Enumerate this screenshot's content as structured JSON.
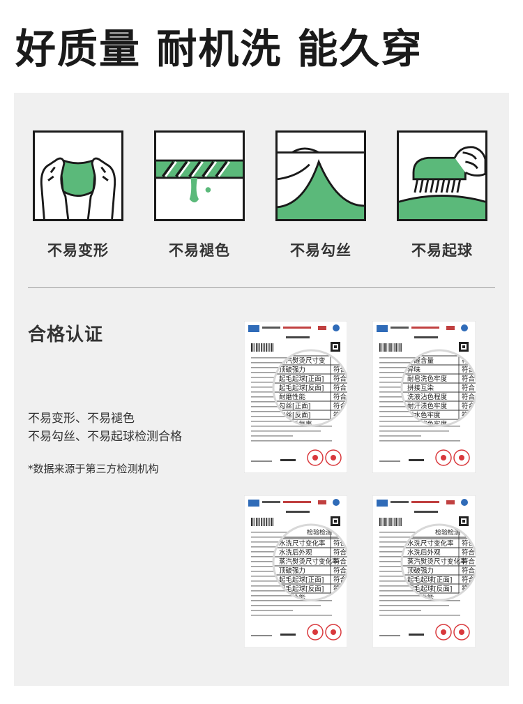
{
  "headline": "好质量 耐机洗 能久穿",
  "features": [
    {
      "label": "不易变形",
      "icon": "stretch-hands-icon"
    },
    {
      "label": "不易褪色",
      "icon": "wringing-drip-icon"
    },
    {
      "label": "不易勾丝",
      "icon": "fabric-hook-icon"
    },
    {
      "label": "不易起球",
      "icon": "brush-pilling-icon"
    }
  ],
  "certification": {
    "title": "合格认证",
    "desc_line1": "不易变形、不易褪色",
    "desc_line2": "不易勾丝、不易起球检测合格",
    "note": "*数据来源于第三方检测机构"
  },
  "reports": [
    {
      "rows": [
        {
          "item": "蒸汽熨烫尺寸变",
          "result": ""
        },
        {
          "item": "顶破强力",
          "result": "符合"
        },
        {
          "item": "起毛起球[正面]",
          "result": "符合"
        },
        {
          "item": "起毛起球[反面]",
          "result": "符合"
        },
        {
          "item": "耐磨性能",
          "result": "符合"
        },
        {
          "item": "勾丝[正面]",
          "result": "符合"
        },
        {
          "item": "勾丝[反面]",
          "result": "符合"
        },
        {
          "item": "水洗后复率",
          "result": ""
        }
      ]
    },
    {
      "rows": [
        {
          "item": "甲醛含量",
          "result": "符合"
        },
        {
          "item": "异味",
          "result": "符合"
        },
        {
          "item": "耐皂洗色牢度",
          "result": "符合"
        },
        {
          "item": "拼接互染",
          "result": "符合"
        },
        {
          "item": "洗液沾色程度",
          "result": "符合"
        },
        {
          "item": "耐汗渍色牢度",
          "result": "符合"
        },
        {
          "item": "耐水色牢度",
          "result": "符合"
        },
        {
          "item": "耐摩擦色牢度",
          "result": "符合"
        }
      ]
    },
    {
      "header": "检验检测",
      "rows": [
        {
          "item": "水洗尺寸变化率",
          "result": "符合"
        },
        {
          "item": "水洗后外观",
          "result": "符合"
        },
        {
          "item": "蒸汽熨烫尺寸变化率",
          "result": "符合"
        },
        {
          "item": "顶破强力",
          "result": "符合"
        },
        {
          "item": "起毛起球[正面]",
          "result": "符合"
        },
        {
          "item": "起毛起球[反面]",
          "result": "符合"
        },
        {
          "item": "耐磨性能",
          "result": "符合"
        }
      ]
    },
    {
      "header": "检验检测",
      "rows": [
        {
          "item": "水洗尺寸变化率",
          "result": "符合"
        },
        {
          "item": "水洗后外观",
          "result": "符合"
        },
        {
          "item": "蒸汽熨烫尺寸变化率",
          "result": "符合"
        },
        {
          "item": "顶破强力",
          "result": "符合"
        },
        {
          "item": "起毛起球[正面]",
          "result": "符合"
        },
        {
          "item": "起毛起球[反面]",
          "result": "符合"
        },
        {
          "item": "耐磨性能",
          "result": "符合"
        }
      ]
    }
  ],
  "colors": {
    "accent": "#5bb97a",
    "text": "#1a1a1a",
    "panel": "#f0f0f0",
    "stamp": "#d9383c",
    "logo": "#2f6bb8"
  }
}
